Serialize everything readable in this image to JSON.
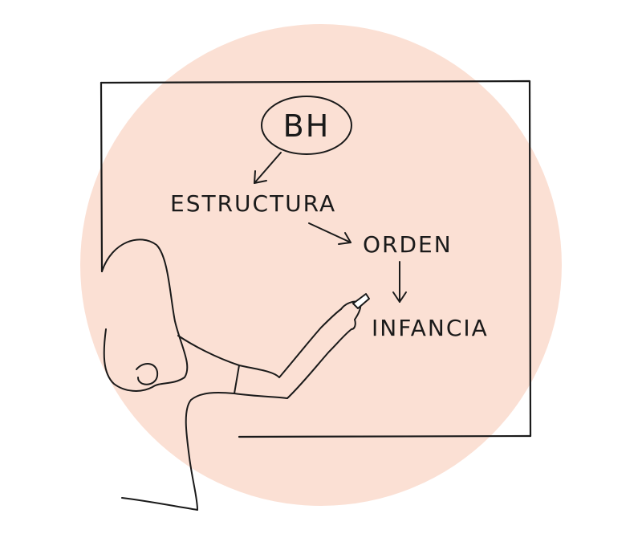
{
  "illustration": {
    "circle_color": "#fbe0d4",
    "ink_color": "#1a1a1a",
    "diagram": {
      "root": "BH",
      "level1": "ESTRUCTURA",
      "level2": "ORDEN",
      "level3": "INFANCIA"
    }
  }
}
